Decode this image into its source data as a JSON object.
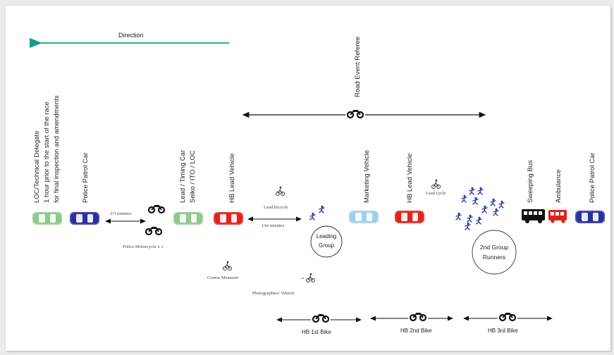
{
  "direction_label": "Direction",
  "colors": {
    "direction_arrow": "#1a9b8a",
    "car_green": "#8fc98a",
    "car_blue": "#2a2f9c",
    "car_red": "#e0221c",
    "car_lightblue": "#9fd0ea",
    "bus_black": "#111111",
    "ambulance_red": "#e0221c",
    "runner": "#2a3a9c"
  },
  "vehicles": {
    "loc_td": "LOC/Technical Delegate",
    "loc_note_1": "1 hour prior to the start of the race",
    "loc_note_2": "for final inspection and amendments",
    "police_car_1": "Police Patrol Car",
    "lead_timing": "Lead / Timing Car",
    "lead_timing_sub": "Seiko / ITO / LOC",
    "hb_lead_1": "HB Lead Vehicle",
    "road_event_referee": "Road Event Referee",
    "marketing": "Marketing Vehicle",
    "hb_lead_2": "HB Lead Vehicle",
    "sweeping_bus": "Sweeping Bus",
    "ambulance": "Ambulance",
    "police_car_2": "Police Patrol Car"
  },
  "small_labels": {
    "two_three_minutes": "2/3 minutes",
    "police_motorcycle": "Police Motorcycle x 1",
    "lead_bicycle": "Lead Bicycle",
    "one_minute": "1/m minutes",
    "course_measurer": "Course Measurer",
    "photographer": "Photographers' Vehicle",
    "lead_cycle": "Lead cycle"
  },
  "groups": {
    "leading_1": "Leading",
    "leading_2": "Group",
    "second_1": "2nd Group",
    "second_2": "Runners"
  },
  "bikes": {
    "hb1": "HB 1st Bike",
    "hb2": "HB 2nd Bike",
    "hb3": "HB 3rd Bike"
  }
}
